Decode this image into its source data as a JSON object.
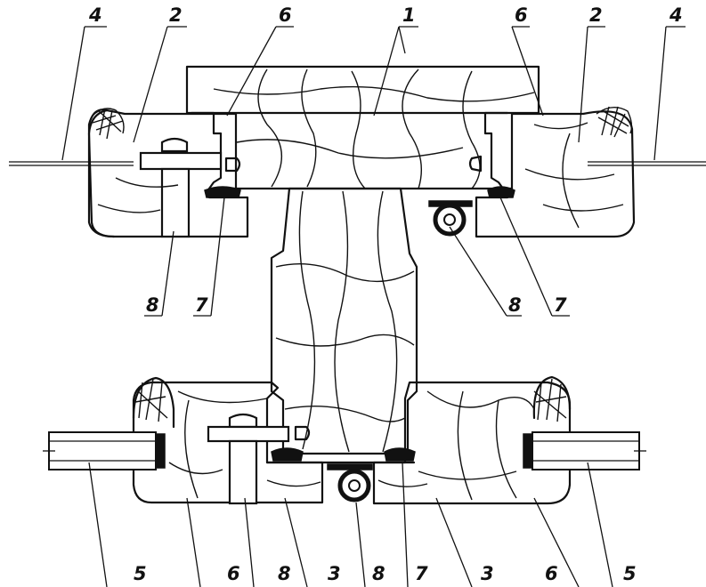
{
  "diagram": {
    "labels": {
      "top_left_4": "4",
      "top_left_2": "2",
      "top_left_6": "6",
      "top_center_1": "1",
      "top_right_6": "6",
      "top_right_2": "2",
      "top_right_4": "4",
      "mid_left_8": "8",
      "mid_left_7": "7",
      "mid_right_8": "8",
      "mid_right_7": "7",
      "bottom_5_left": "5",
      "bottom_6_left": "6",
      "bottom_8_left": "8",
      "bottom_3_left": "3",
      "bottom_8_center": "8",
      "bottom_7_center": "7",
      "bottom_3_right": "3",
      "bottom_6_right": "6",
      "bottom_5_right": "5"
    }
  }
}
